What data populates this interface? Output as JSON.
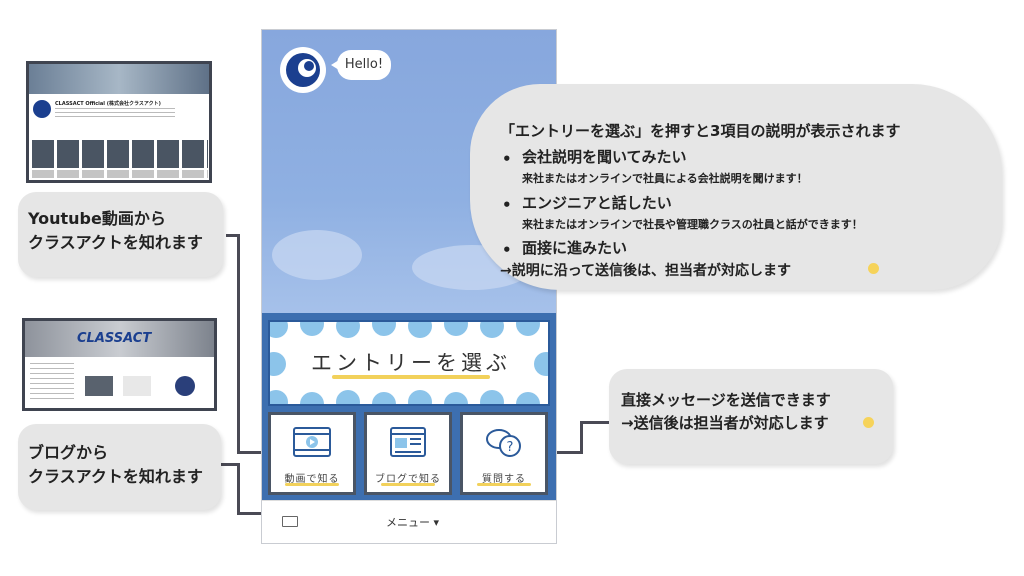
{
  "phone": {
    "greeting": "Hello!",
    "entry_button": "エントリーを選ぶ",
    "tiles": [
      "動画で知る",
      "ブログで知る",
      "質問する"
    ],
    "menu_label": "メニュー ▾"
  },
  "annotations": {
    "youtube": [
      "Youtube動画から",
      "クラスアクトを知れます"
    ],
    "blog": [
      "ブログから",
      "クラスアクトを知れます"
    ],
    "entry": {
      "heading": "「エントリーを選ぶ」を押すと3項目の説明が表示されます",
      "items": [
        {
          "title": "会社説明を聞いてみたい",
          "desc": "来社またはオンラインで社員による会社説明を聞けます！"
        },
        {
          "title": "エンジニアと話したい",
          "desc": "来社またはオンラインで社長や管理職クラスの社員と話ができます！"
        },
        {
          "title": "面接に進みたい",
          "desc": ""
        }
      ],
      "footer": "→説明に沿って送信後は、担当者が対応します"
    },
    "message": [
      "直接メッセージを送信できます",
      "→送信後は担当者が対応します"
    ]
  },
  "screenshots": {
    "youtube": {
      "channel": "CLASSACT Official (株式会社クラスアクト)"
    },
    "blog": {
      "logo": "CLASSACT"
    }
  },
  "colors": {
    "sky": "#8fb0e2",
    "panel": "#3d6fb0",
    "accent": "#f2d15b",
    "bubble": "#e6e6e6",
    "line": "#4a4a55"
  }
}
